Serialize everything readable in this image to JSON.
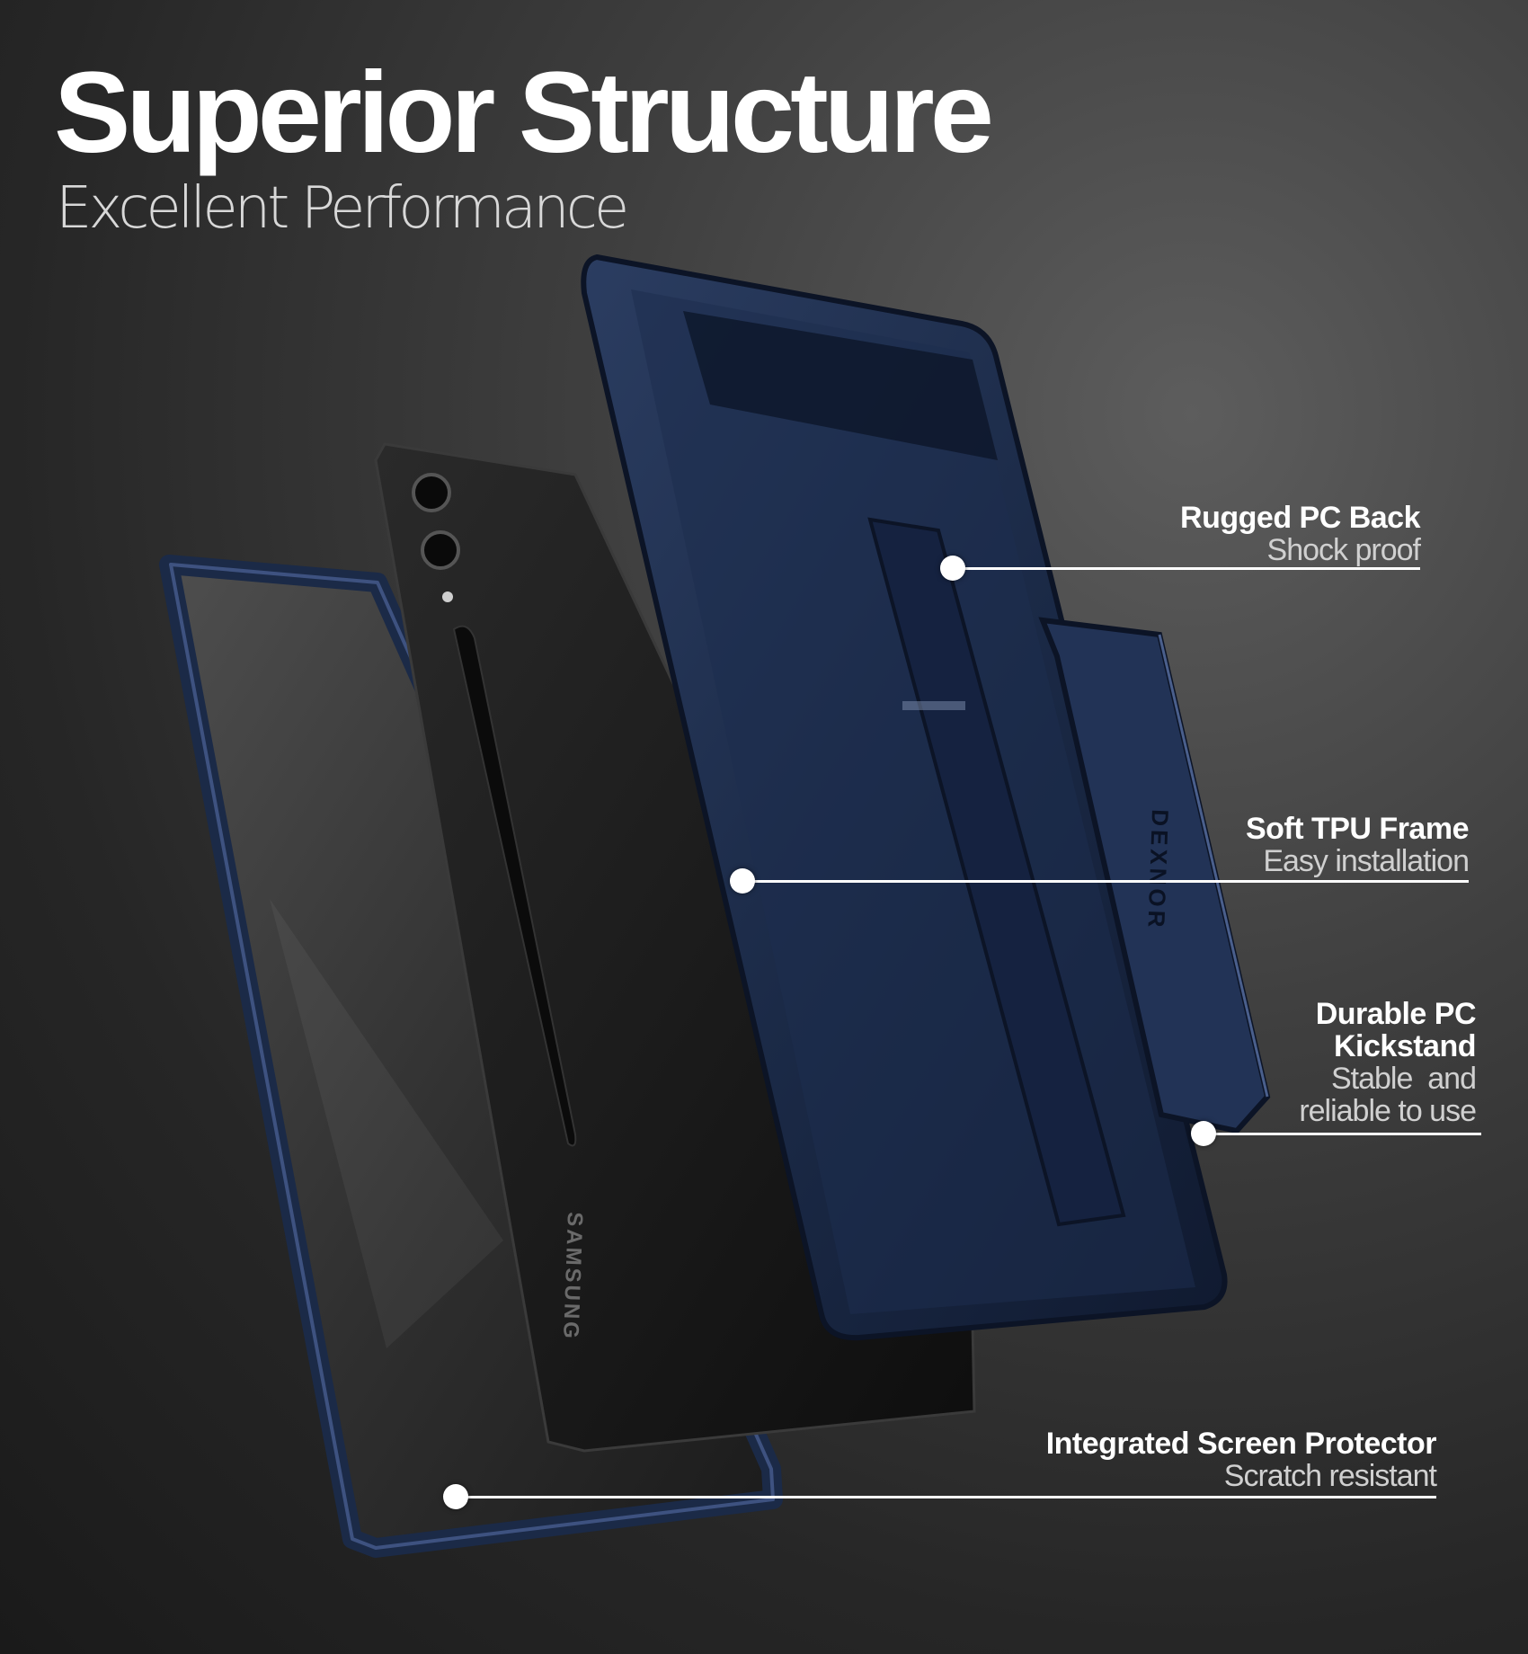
{
  "header": {
    "title": "Superior Structure",
    "subtitle": "Excellent Performance"
  },
  "device": {
    "brand_text": "SAMSUNG",
    "case_brand_text": "DEXNOR"
  },
  "colors": {
    "background": "#2e2e2e",
    "case_navy": "#1b2a47",
    "tablet_black": "#141414",
    "callout_white": "#ffffff"
  },
  "callouts": [
    {
      "title": "Rugged PC Back",
      "subtitle": "Shock proof"
    },
    {
      "title": "Soft TPU Frame",
      "subtitle": "Easy installation"
    },
    {
      "title_lines": [
        "Durable PC",
        "Kickstand"
      ],
      "subtitle_lines": [
        "Stable  and",
        "reliable to use"
      ]
    },
    {
      "title": "Integrated Screen Protector",
      "subtitle": "Scratch resistant"
    }
  ]
}
